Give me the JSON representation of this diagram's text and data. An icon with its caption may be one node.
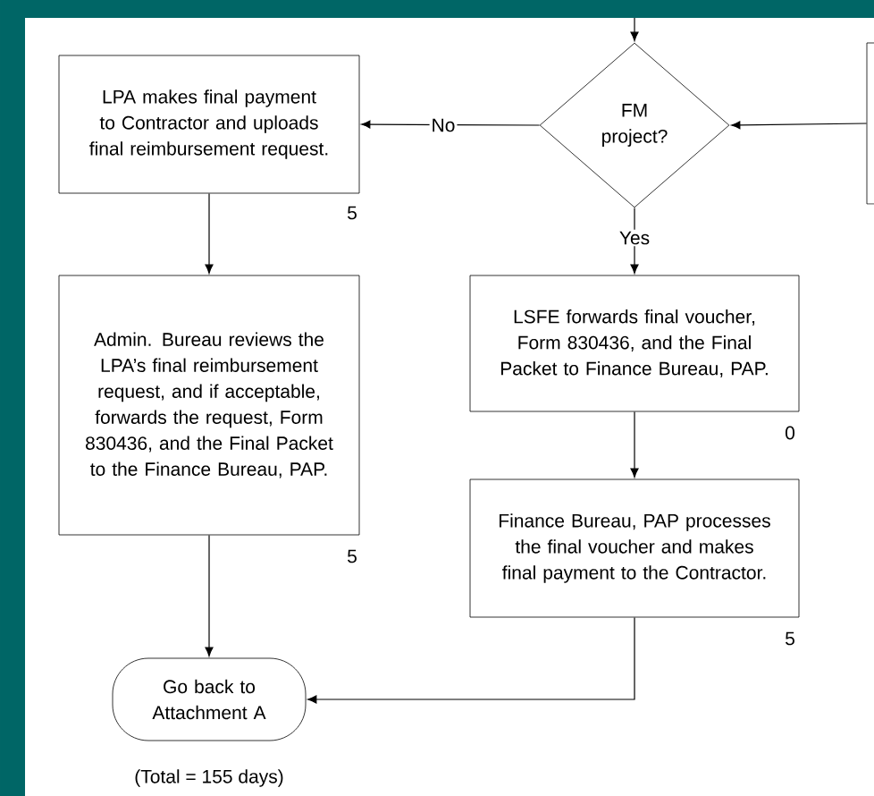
{
  "diagram": {
    "nodes": [
      {
        "text": [
          "LPA makes final payment to Contractor and uploads final reimbursement request."
        ],
        "beside": [
          "5"
        ]
      },
      {
        "text": [
          "FM project?"
        ]
      },
      {
        "text": [],
        "shape": "box"
      },
      {
        "text": [
          "Admin. Bureau reviews the LPA’s final reimbursement request, and if acceptable, forwards the request, Form 830436, and the Final Packet to the Finance Bureau, PAP."
        ],
        "beside": [
          "5"
        ]
      },
      {
        "text": [
          "LSFE forwards final voucher, Form 830436, and the Final Packet to Finance Bureau, PAP."
        ],
        "beside": [
          "0"
        ]
      },
      {
        "text": [
          "Finance Bureau, PAP processes the final voucher and makes final payment to the Contractor."
        ],
        "beside": [
          "5"
        ]
      },
      {
        "text": [
          "Go back to Attachment A"
        ]
      }
    ],
    "edges": [
      {
        "from": null,
        "to": 1,
        "arrow": "to"
      },
      {
        "from": 2,
        "to": 1,
        "arrow": "to"
      },
      {
        "from": 1,
        "to": 0,
        "arrow": "to",
        "label": "No"
      },
      {
        "from": 1,
        "to": 4,
        "arrow": "to",
        "label": "Yes"
      },
      {
        "from": 0,
        "to": 3,
        "arrow": "to"
      },
      {
        "from": 4,
        "to": 5,
        "arrow": "to"
      },
      {
        "from": 3,
        "to": 6,
        "arrow": "to"
      },
      {
        "from": 5,
        "to": 6,
        "arrow": "to"
      }
    ],
    "labels": [
      "(Total = 155 days)"
    ]
  }
}
